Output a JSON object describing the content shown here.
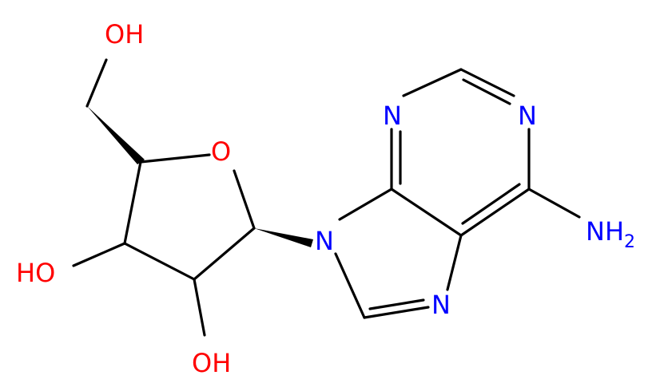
{
  "atoms": {
    "oh_top": "OH",
    "ring_o": "O",
    "ho_left": "HO",
    "oh_bottom": "OH",
    "n9": "N",
    "n3": "N",
    "n1": "N",
    "n7": "N",
    "nh2_main": "NH",
    "nh2_sub": "2"
  },
  "colors": {
    "oxygen": "#ff0000",
    "nitrogen": "#0000ff",
    "bond": "#000000"
  }
}
